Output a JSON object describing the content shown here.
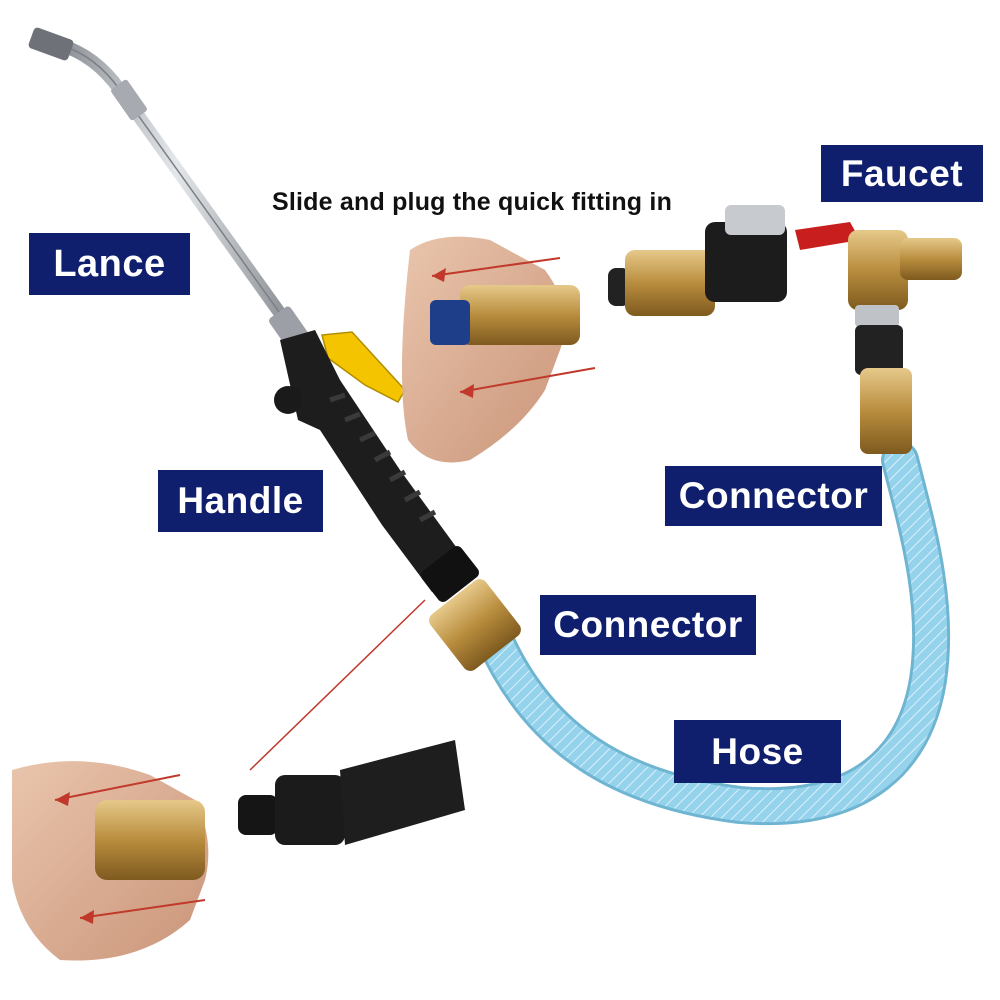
{
  "caption": "Slide and plug the quick fitting in",
  "labels": {
    "lance": "Lance",
    "handle": "Handle",
    "faucet": "Faucet",
    "connector_faucet": "Connector",
    "connector_handle": "Connector",
    "hose": "Hose"
  },
  "colors": {
    "label_bg": "#0f1f6e",
    "label_text": "#ffffff",
    "hose": "#8fd0ea",
    "brass": "#c9a45c",
    "handle": "#1d1d1d",
    "trigger": "#f5c400",
    "lance": "#b8bcc2",
    "valve_handle": "#c81e1e",
    "arrow": "#c0392b"
  },
  "icons": [
    "lance-nozzle-icon",
    "handle-icon",
    "trigger-icon",
    "faucet-icon",
    "hose-icon",
    "hand-icon",
    "quick-connector-icon",
    "arrow-icon"
  ]
}
